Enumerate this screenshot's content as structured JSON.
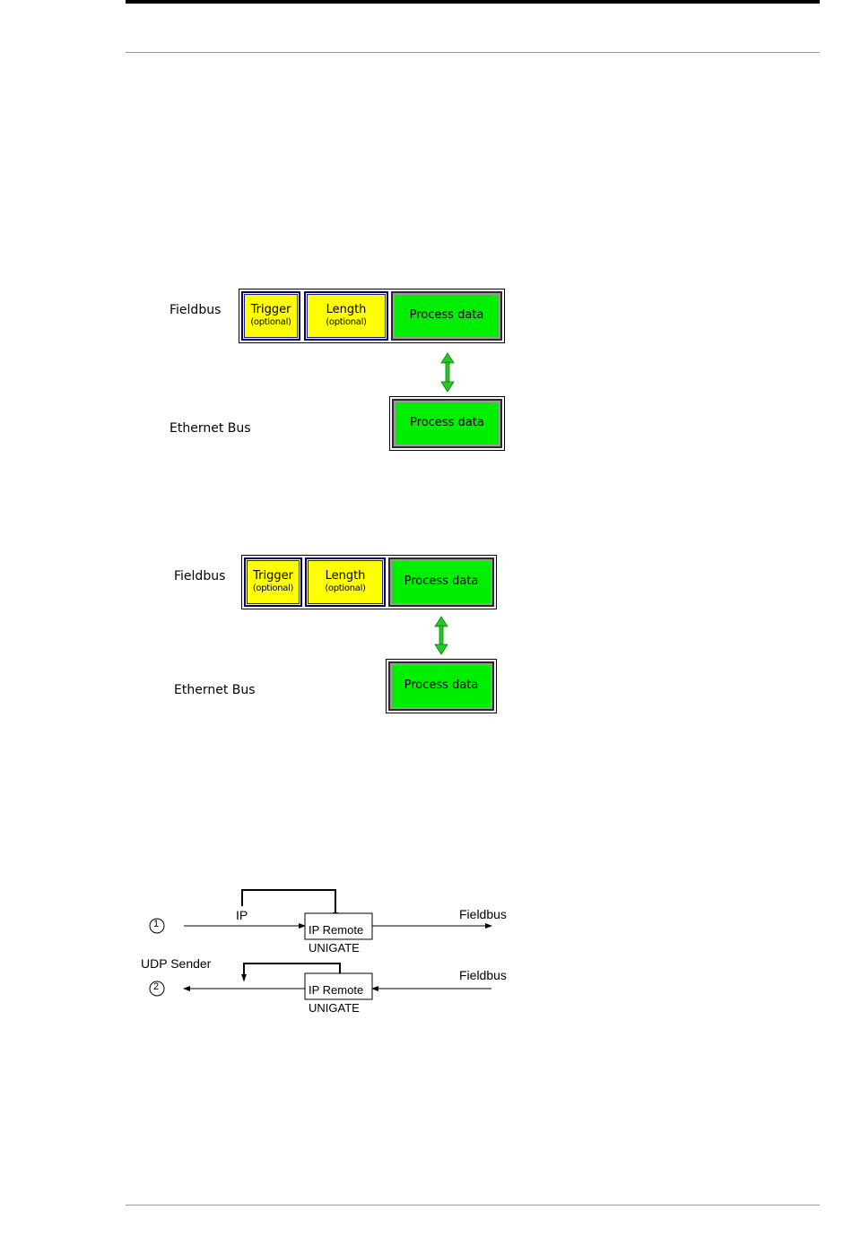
{
  "frame_diagram_1": {
    "fieldbus_label": "Fieldbus",
    "ethernet_label": "Ethernet Bus",
    "trigger": "Trigger",
    "trigger_note": "(optional)",
    "length": "Length",
    "length_note": "(optional)",
    "process_data_top": "Process data",
    "process_data_bottom": "Process data"
  },
  "frame_diagram_2": {
    "fieldbus_label": "Fieldbus",
    "ethernet_label": "Ethernet Bus",
    "trigger": "Trigger",
    "trigger_note": "(optional)",
    "length": "Length",
    "length_note": "(optional)",
    "process_data_top": "Process data",
    "process_data_bottom": "Process data"
  },
  "flow_diagram": {
    "marker_1": "1",
    "marker_2": "2",
    "ip_label": "IP",
    "udp_sender_label": "UDP Sender",
    "fieldbus_out_label": "Fieldbus",
    "fieldbus_in_label": "Fieldbus",
    "box_top": "IP Remote",
    "box_bottom": "IP Remote",
    "unigate_top": "UNIGATE",
    "unigate_bottom": "UNIGATE"
  },
  "colors": {
    "yellow": "#ffff00",
    "green": "#00ee00",
    "arrow_green": "#22cc22"
  }
}
